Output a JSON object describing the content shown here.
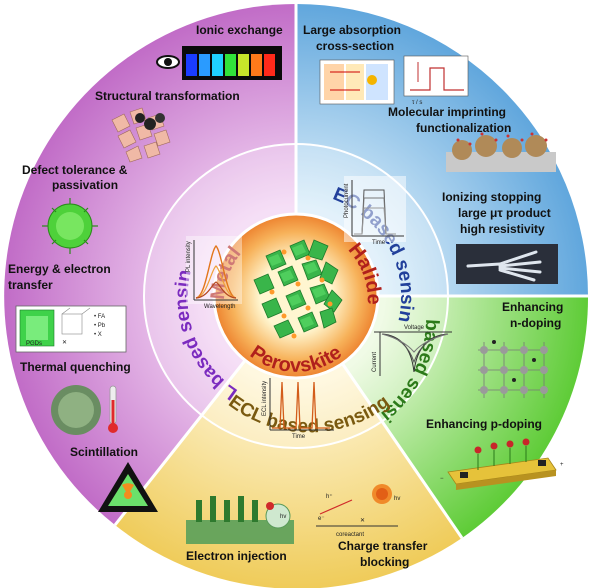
{
  "center": {
    "word1": "Metal",
    "word2": "Halide",
    "word3": "Perovskite"
  },
  "sectors": {
    "pl": {
      "title": "PL based sensing",
      "items": [
        "Ionic exchange",
        "Structural transformation",
        "Defect tolerance &",
        "passivation",
        "Energy & electron",
        "transfer",
        "Thermal quenching",
        "Scintillation"
      ],
      "plot": {
        "ylabel": "PL intensity",
        "xlabel": "Wavelength"
      }
    },
    "pec": {
      "title": "PEC based sensing",
      "items": [
        "Large absorption",
        "cross-section",
        "Molecular imprinting",
        "functionalization",
        "Ionizing stopping",
        "large μτ product",
        "high resistivity"
      ],
      "plot": {
        "ylabel": "Photocurrent",
        "xlabel": "Time"
      }
    },
    "cr": {
      "title": "CR based sensing",
      "items": [
        "Enhancing",
        "n-doping",
        "Enhancing p-doping"
      ],
      "plot": {
        "ylabel": "Current",
        "xlabel": "Voltage"
      }
    },
    "ecl": {
      "title": "ECL based sensing",
      "items": [
        "Electron injection",
        "Charge transfer",
        "blocking"
      ],
      "plot": {
        "ylabel": "ECL intensity",
        "xlabel": "Time"
      },
      "labels": {
        "coreactant": "coreactant",
        "hv": "hv",
        "hplus": "h⁺",
        "eminus": "e⁻"
      }
    }
  },
  "insets": {
    "pgds": "PGDs",
    "fa": "• FA",
    "pb": "• Pb",
    "x": "• X",
    "tau": "τ / s"
  },
  "colors": {
    "pl": "#cf7fd3",
    "pec": "#6eaede",
    "cr": "#74d24c",
    "ecl": "#f2d36d",
    "core": "#f2963e"
  }
}
